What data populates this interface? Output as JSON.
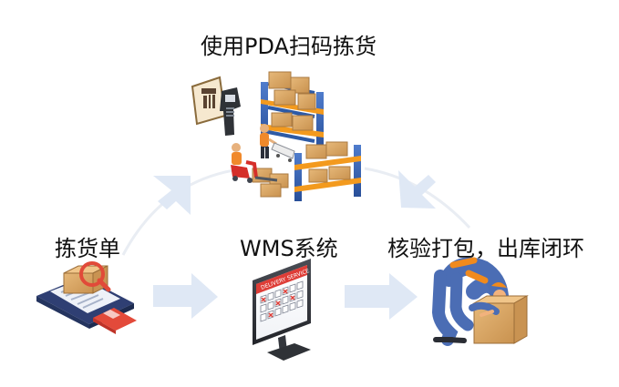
{
  "steps": {
    "top": "使用PDA扫码拣货",
    "left": "拣货单",
    "middle": "WMS系统",
    "right": "核验打包，出库闭环"
  },
  "screen": {
    "header": "DELIVERY SERVICE"
  },
  "colors": {
    "arrow": "#dfe8f5",
    "cycle_line": "#e7ebf1",
    "shelf_blue": "#2f5fb0",
    "shelf_orange": "#f39a1e",
    "box": "#d9a766",
    "box_dark": "#b8864b",
    "worker_blue": "#4b6db4",
    "worker_orange": "#ef8a1b",
    "magnifier_red": "#e24a38",
    "screen_header": "#de3d37"
  },
  "icons": [
    "warehouse-illustration",
    "pda-scanner-icon",
    "pick-list-icon",
    "wms-monitor-icon",
    "worker-with-box-icon"
  ]
}
